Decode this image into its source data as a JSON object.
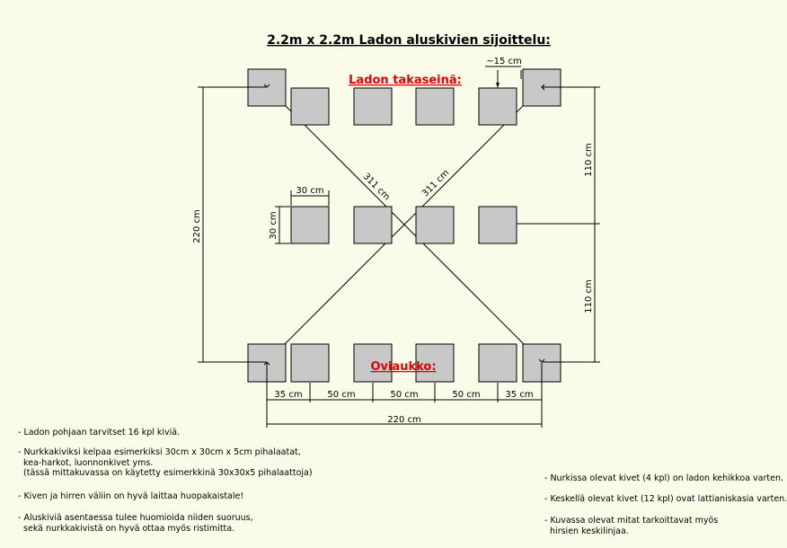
{
  "title": "2.2m x 2.2m Ladon aluskivien sijoittelu:",
  "labels": {
    "back_wall": "Ladon takaseinä:",
    "door": "Oviaukko:"
  },
  "dimensions": {
    "gap_15": "~15 cm",
    "stone_width": "30 cm",
    "stone_height": "30 cm",
    "diagonal_1": "311 cm",
    "diagonal_2": "311 cm",
    "height_220": "220 cm",
    "half_top": "110 cm",
    "half_bottom": "110 cm",
    "bottom_35_left": "35 cm",
    "bottom_50_1": "50 cm",
    "bottom_50_2": "50 cm",
    "bottom_50_3": "50 cm",
    "bottom_35_right": "35 cm",
    "width_220": "220 cm"
  },
  "notes_left": [
    "- Ladon pohjaan tarvitset 16 kpl kiviä.",
    "- Nurkkakiviksi kelpaa esimerkiksi 30cm x 30cm x 5cm pihalaatat,\n  kea-harkot, luonnonkivet yms.\n  (tässä mittakuvassa on käytetty esimerkkinä 30x30x5 pihalaattoja)",
    "- Kiven ja hirren väliin on hyvä laittaa huopakaistale!",
    "- Aluskiviä asentaessa tulee huomioida niiden suoruus,\n  sekä nurkkakivistä on hyvä ottaa myös ristimitta."
  ],
  "notes_right": [
    "- Nurkissa olevat kivet (4 kpl) on ladon kehikkoa varten.",
    "- Keskellä olevat kivet (12 kpl) ovat lattianiskasia varten.",
    "- Kuvassa olevat mitat tarkoittavat myös\n  hirsien keskilinjaa."
  ],
  "colors": {
    "background": "#fbfbe9",
    "stone_fill": "#c8c8c8",
    "stone_stroke": "#000000",
    "label_red": "#e00000"
  }
}
